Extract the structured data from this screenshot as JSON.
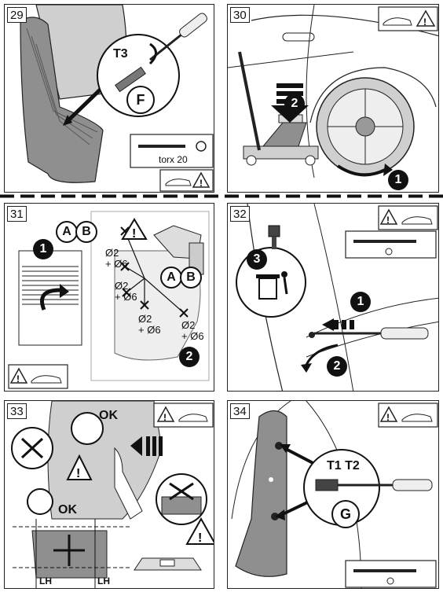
{
  "panels": [
    {
      "number": "29",
      "tool_label": "T3",
      "fastener_letter": "F",
      "driver_caption": "torx 20"
    },
    {
      "number": "30",
      "step1": "1",
      "step2": "2"
    },
    {
      "number": "31",
      "variant_a": "A",
      "variant_b": "B",
      "step1": "1",
      "step2": "2",
      "holes": [
        "Ø2",
        "+ Ø6",
        "Ø2",
        "+ Ø6",
        "Ø2",
        "+ Ø6",
        "Ø2",
        "+ Ø6"
      ]
    },
    {
      "number": "32",
      "step1": "1",
      "step2": "2",
      "step3": "3"
    },
    {
      "number": "33",
      "ok_label": "OK",
      "ok_label_2": "OK",
      "lh_left": "LH",
      "lh_right": "LH"
    },
    {
      "number": "34",
      "tools_label": "T1 T2",
      "fastener_letter": "G"
    }
  ],
  "colors": {
    "ink": "#111111",
    "grey": "#8f8f8f",
    "light": "#cfcfcf",
    "dark": "#3a3a3a"
  }
}
